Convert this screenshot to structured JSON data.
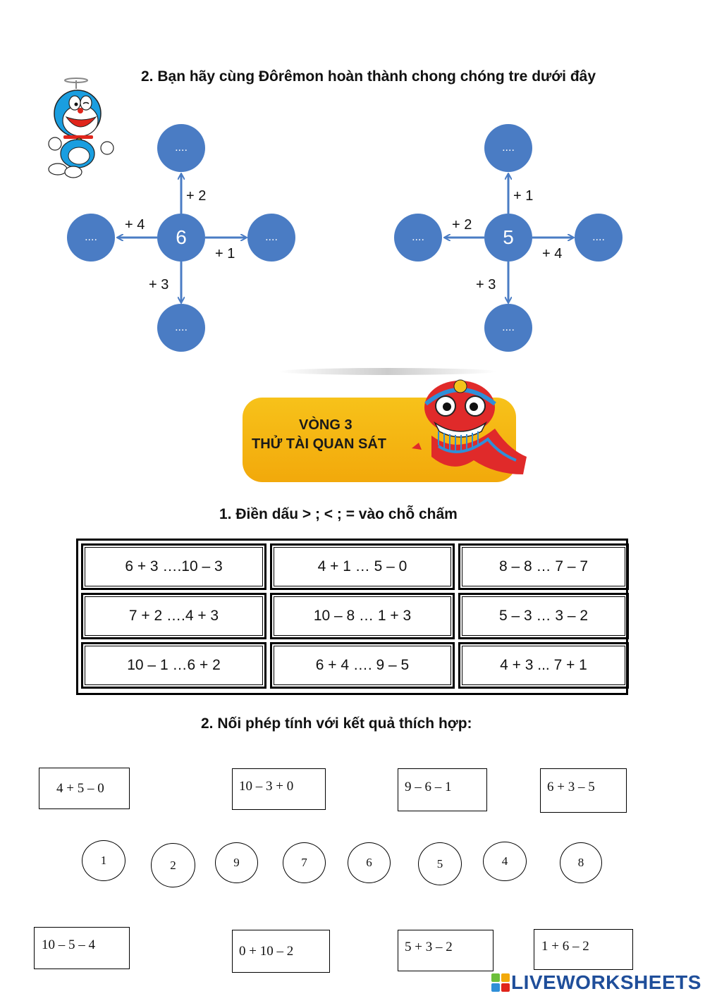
{
  "section1": {
    "title": "2. Bạn hãy cùng Đôrêmon hoàn thành chong chóng tre dưới đây",
    "pinwheels": [
      {
        "center": "6",
        "top": "....",
        "left": "....",
        "right": "....",
        "bottom": "....",
        "op_top": "+ 2",
        "op_left": "+ 4",
        "op_right": "+ 1",
        "op_bottom": "+ 3"
      },
      {
        "center": "5",
        "top": "....",
        "left": "....",
        "right": "....",
        "bottom": "....",
        "op_top": "+ 1",
        "op_left": "+ 2",
        "op_right": "+ 4",
        "op_bottom": "+ 3"
      }
    ]
  },
  "banner": {
    "line1": "VÒNG 3",
    "line2": "THỬ TÀI QUAN SÁT"
  },
  "compare": {
    "title": "1. Điền dấu > ; < ; = vào chỗ chấm",
    "rows": [
      [
        "6 + 3 ….10 – 3",
        "4 + 1 … 5 – 0",
        "8 – 8 … 7 – 7"
      ],
      [
        "7 + 2 ….4 + 3",
        "10 – 8 … 1 + 3",
        "5 – 3 … 3 – 2"
      ],
      [
        "10 – 1 …6 + 2",
        "6 + 4 …. 9 – 5",
        "4 + 3 ... 7 + 1"
      ]
    ]
  },
  "match": {
    "title": "2. Nối phép tính với kết quả thích hợp:",
    "top_expressions": [
      "4 + 5 – 0",
      "10 – 3 + 0",
      "9 – 6 – 1",
      "6 + 3 – 5"
    ],
    "results": [
      "1",
      "2",
      "9",
      "7",
      "6",
      "5",
      "4",
      "8"
    ],
    "bottom_expressions": [
      "10 – 5 – 4",
      "0 + 10 – 2",
      "5 + 3 – 2",
      "1 + 6 – 2"
    ]
  },
  "footer": {
    "brand": "LIVEWORKSHEETS"
  },
  "colors": {
    "node_blue": "#4a7cc4",
    "arrow_blue": "#4a7cc4",
    "banner_yellow": "#f5b914",
    "brand_blue": "#1f4e9a"
  }
}
